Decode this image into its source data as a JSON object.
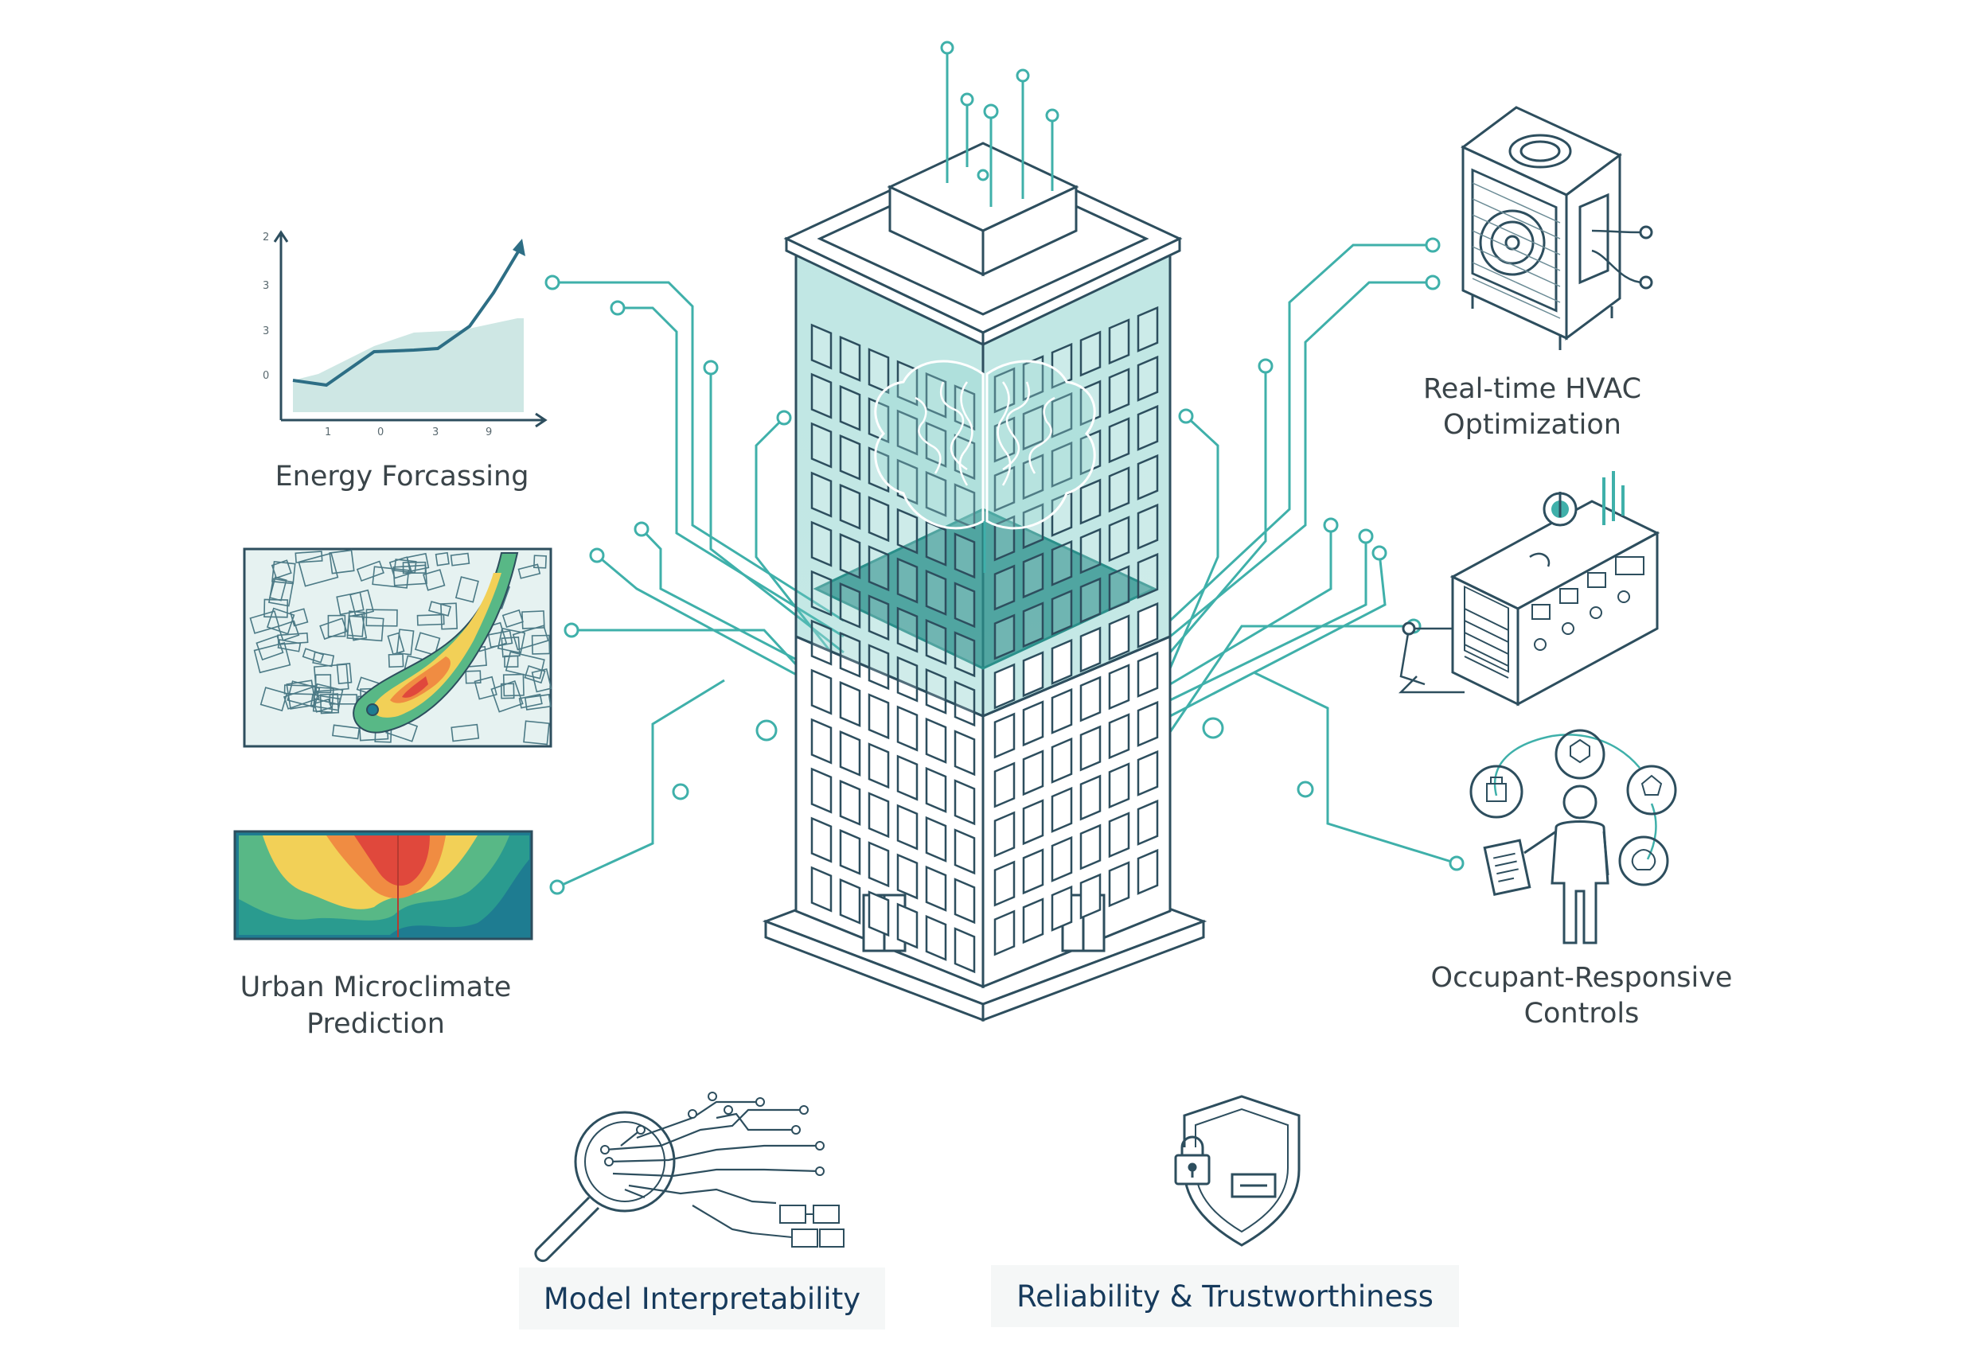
{
  "labels": {
    "energy_forecasting": "Energy Forcassing",
    "urban_microclimate_line1": "Urban Microclimate",
    "urban_microclimate_line2": "Prediction",
    "hvac_line1": "Real-time HVAC",
    "hvac_line2": "Optimization",
    "occupant_line1": "Occupant-Responsive",
    "occupant_line2": "Controls",
    "model_interpretability": "Model Interpretability",
    "reliability": "Reliability & Trustworthiness"
  },
  "energy_chart": {
    "y_ticks": [
      "2",
      "3",
      "3",
      "0"
    ],
    "x_ticks": [
      "1",
      "0",
      "3",
      "9"
    ]
  },
  "colors": {
    "line_dark": "#2d4e5e",
    "teal": "#3fb0aa",
    "teal_light": "#8fd4cf",
    "teal_fill": "#5fbfb9",
    "heat_blue": "#1e7c91",
    "heat_green": "#58b886",
    "heat_yellow": "#f2d057",
    "heat_orange": "#f08c42",
    "heat_red": "#e0483c"
  },
  "icons": {
    "building": "ai-building-icon",
    "brain": "brain-icon",
    "hvac": "hvac-unit-icon",
    "sensor": "sensor-controller-icon",
    "occupant": "occupant-person-icon",
    "magnifier": "magnifier-circuit-icon",
    "shield": "shield-lock-icon"
  }
}
